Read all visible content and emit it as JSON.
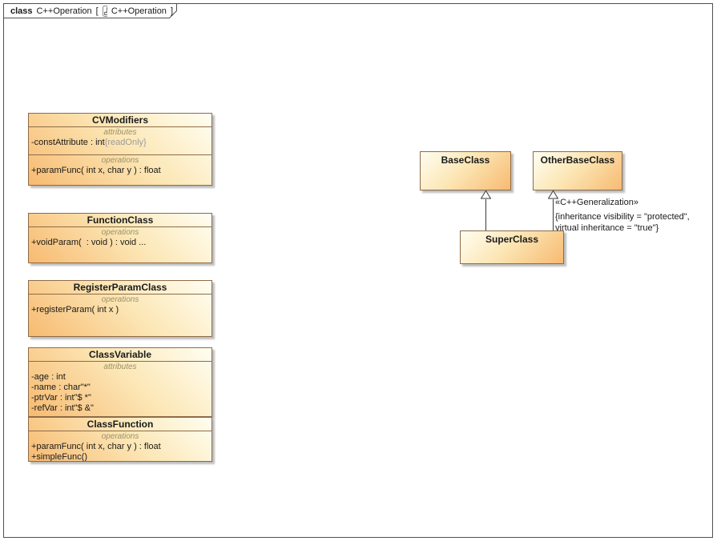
{
  "frame": {
    "keyword": "class",
    "title": "C++Operation",
    "bracket_open": "[",
    "bracket_close": "]",
    "diagram_name": "C++Operation",
    "icon": "class-diagram"
  },
  "colors": {
    "box-border": "#8F6B47",
    "fill-light": "#FFFEF2",
    "fill-mid": "#FCE7B6",
    "fill-dark": "#F7BA71",
    "shadow": "#BDBDBD",
    "frame-border": "#4F4F4F",
    "line": "#3A3A3A",
    "text": "#1A1A1A",
    "muted": "#9C9C9C",
    "comp-label": "#9A9068"
  },
  "classes": [
    {
      "title": "CVModifiers",
      "compartments": [
        {
          "label": "attributes",
          "members": [
            {
              "text": "-constAttribute : int",
              "tag": "{readOnly}"
            }
          ]
        },
        {
          "label": "operations",
          "members": [
            {
              "text": "+paramFunc( int x, char y ) : float"
            }
          ]
        }
      ]
    },
    {
      "title": "FunctionClass",
      "compartments": [
        {
          "label": "operations",
          "members": [
            {
              "text": "+voidParam(  : void ) : void ..."
            }
          ]
        }
      ]
    },
    {
      "title": "RegisterParamClass",
      "compartments": [
        {
          "label": "operations",
          "members": [
            {
              "text": "+registerParam( int x )"
            }
          ]
        }
      ]
    },
    {
      "title": "ClassVariable",
      "compartments": [
        {
          "label": "attributes",
          "members": [
            {
              "text": "-age : int"
            },
            {
              "text": "-name : char\"*\""
            },
            {
              "text": "-ptrVar : int\"$ *\""
            },
            {
              "text": "-refVar : int\"$ &\""
            }
          ]
        }
      ]
    },
    {
      "title": "ClassFunction",
      "compartments": [
        {
          "label": "operations",
          "members": [
            {
              "text": "+paramFunc( int x, char y ) : float"
            },
            {
              "text": "+simpleFunc()"
            }
          ]
        }
      ]
    },
    {
      "title": "BaseClass"
    },
    {
      "title": "OtherBaseClass"
    },
    {
      "title": "SuperClass"
    }
  ],
  "generalization": {
    "stereotype": "«C++Generalization»",
    "constraint_line1": "{inheritance visibility = \"protected\",",
    "constraint_line2": "virtual inheritance = \"true\"}"
  }
}
